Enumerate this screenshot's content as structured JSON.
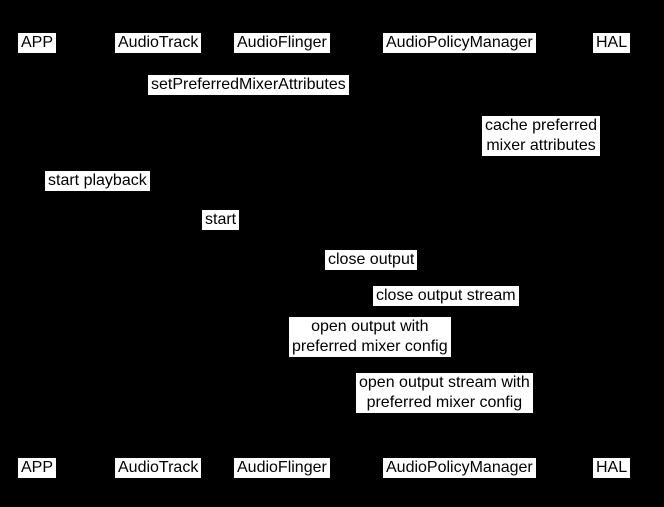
{
  "diagram": {
    "type": "sequence-diagram",
    "colors": {
      "background": "#000000",
      "label_background": "#ffffff",
      "label_text": "#000000"
    },
    "participants": [
      "APP",
      "AudioTrack",
      "AudioFlinger",
      "AudioPolicyManager",
      "HAL"
    ],
    "messages": {
      "set_preferred_mixer_attributes": "setPreferredMixerAttributes",
      "cache_preferred_mixer_attributes": "cache preferred\nmixer attributes",
      "start_playback": "start playback",
      "start": "start",
      "close_output": "close output",
      "close_output_stream": "close output stream",
      "open_output_with_preferred_mixer_config": "open output with\npreferred mixer config",
      "open_output_stream_with_preferred_mixer_config": "open output stream with\npreferred mixer config"
    }
  }
}
